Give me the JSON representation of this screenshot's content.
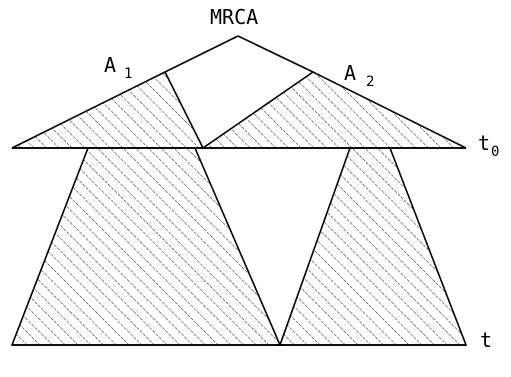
{
  "diagram": {
    "labels": {
      "mrca": "MRCA",
      "a1_letter": "A",
      "a1_sub": "1",
      "a2_letter": "A",
      "a2_sub": "2",
      "t0_letter": "t",
      "t0_sub": "0",
      "t_bottom": "t"
    },
    "colors": {
      "stroke": "#000000",
      "hatch": "#000000",
      "background": "#ffffff"
    }
  }
}
